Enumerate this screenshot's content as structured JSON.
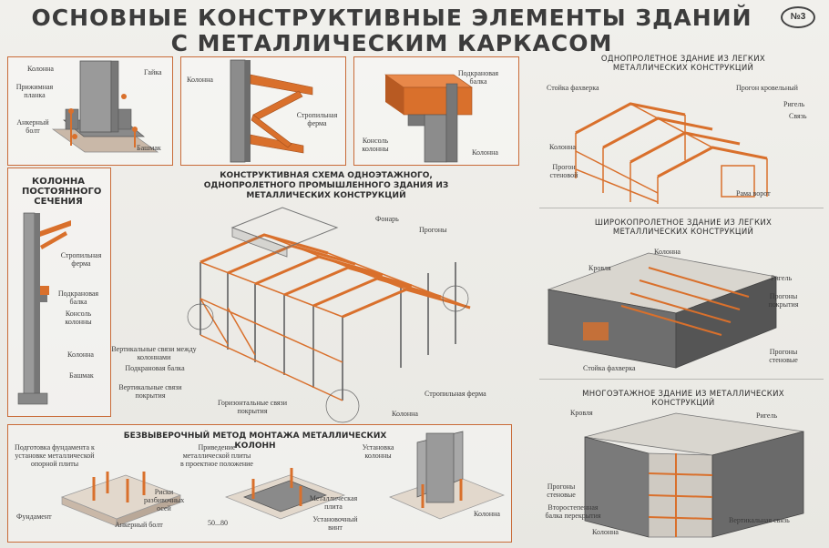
{
  "title": {
    "line1": "ОСНОВНЫЕ КОНСТРУКТИВНЫЕ ЭЛЕМЕНТЫ ЗДАНИЙ",
    "line2": "С МЕТАЛЛИЧЕСКИМ КАРКАСОМ",
    "number": "№3"
  },
  "top_details": {
    "base": {
      "labels": [
        "Колонна",
        "Прижимная планка",
        "Гайка",
        "Анкерный болт",
        "Башмак"
      ]
    },
    "truss": {
      "labels": [
        "Колонна",
        "Стропильная ферма"
      ]
    },
    "crane": {
      "labels": [
        "Подкрановая балка",
        "Консоль колонны",
        "Колонна"
      ]
    }
  },
  "column_panel": {
    "heading": "КОЛОННА ПОСТОЯННОГО СЕЧЕНИЯ",
    "labels": [
      "Стропильная ферма",
      "Подкрановая балка",
      "Консоль колонны",
      "Колонна",
      "Башмак"
    ]
  },
  "center": {
    "heading": "КОНСТРУКТИВНАЯ СХЕМА ОДНОЭТАЖНОГО, ОДНОПРОЛЕТНОГО ПРОМЫШЛЕННОГО ЗДАНИЯ ИЗ МЕТАЛЛИЧЕСКИХ КОНСТРУКЦИЙ",
    "labels": {
      "lantern": "Фонарь",
      "purlins": "Прогоны",
      "vert_cols": "Вертикальные связи между колоннами",
      "crane_beam": "Подкрановая балка",
      "vert_roof": "Вертикальные связи покрытия",
      "horiz_roof": "Горизонтальные связи покрытия",
      "truss": "Стропильная ферма",
      "column": "Колонна"
    }
  },
  "bottom": {
    "heading": "БЕЗВЫВЕРОЧНЫЙ МЕТОД МОНТАЖА МЕТАЛЛИЧЕСКИХ КОЛОНН",
    "labels": {
      "prep": "Подготовка фундамента к установке металлической опорной плиты",
      "marks": "Риски разбивочных осей",
      "foundation": "Фундамент",
      "anchor": "Анкерный болт",
      "bring": "Приведение металлической плиты в проектное положение",
      "plate": "Металлическая плита",
      "screw": "Установочный винт",
      "dim": "50...80",
      "install": "Установка колонны",
      "column": "Колонна"
    }
  },
  "right": {
    "light": {
      "heading": "ОДНОПРОЛЕТНОЕ ЗДАНИЕ ИЗ ЛЕГКИХ МЕТАЛЛИЧЕСКИХ КОНСТРУКЦИЙ",
      "labels": [
        "Стойка фахверка",
        "Прогон кровельный",
        "Ригель",
        "Связь",
        "Колонна",
        "Прогон стеновой",
        "Рама ворот"
      ]
    },
    "wide": {
      "heading": "ШИРОКОПРОЛЕТНОЕ ЗДАНИЕ ИЗ ЛЕГКИХ МЕТАЛЛИЧЕСКИХ КОНСТРУКЦИЙ",
      "labels": [
        "Колонна",
        "Кровля",
        "Ригель",
        "Прогоны покрытия",
        "Прогоны стеновые",
        "Стойка фахверка"
      ]
    },
    "multi": {
      "heading": "МНОГОЭТАЖНОЕ ЗДАНИЕ ИЗ МЕТАЛЛИЧЕСКИХ КОНСТРУКЦИЙ",
      "labels": [
        "Кровля",
        "Ригель",
        "Прогоны стеновые",
        "Второстепенная балка перекрытия",
        "Колонна",
        "Вертикальная связь"
      ]
    }
  }
}
